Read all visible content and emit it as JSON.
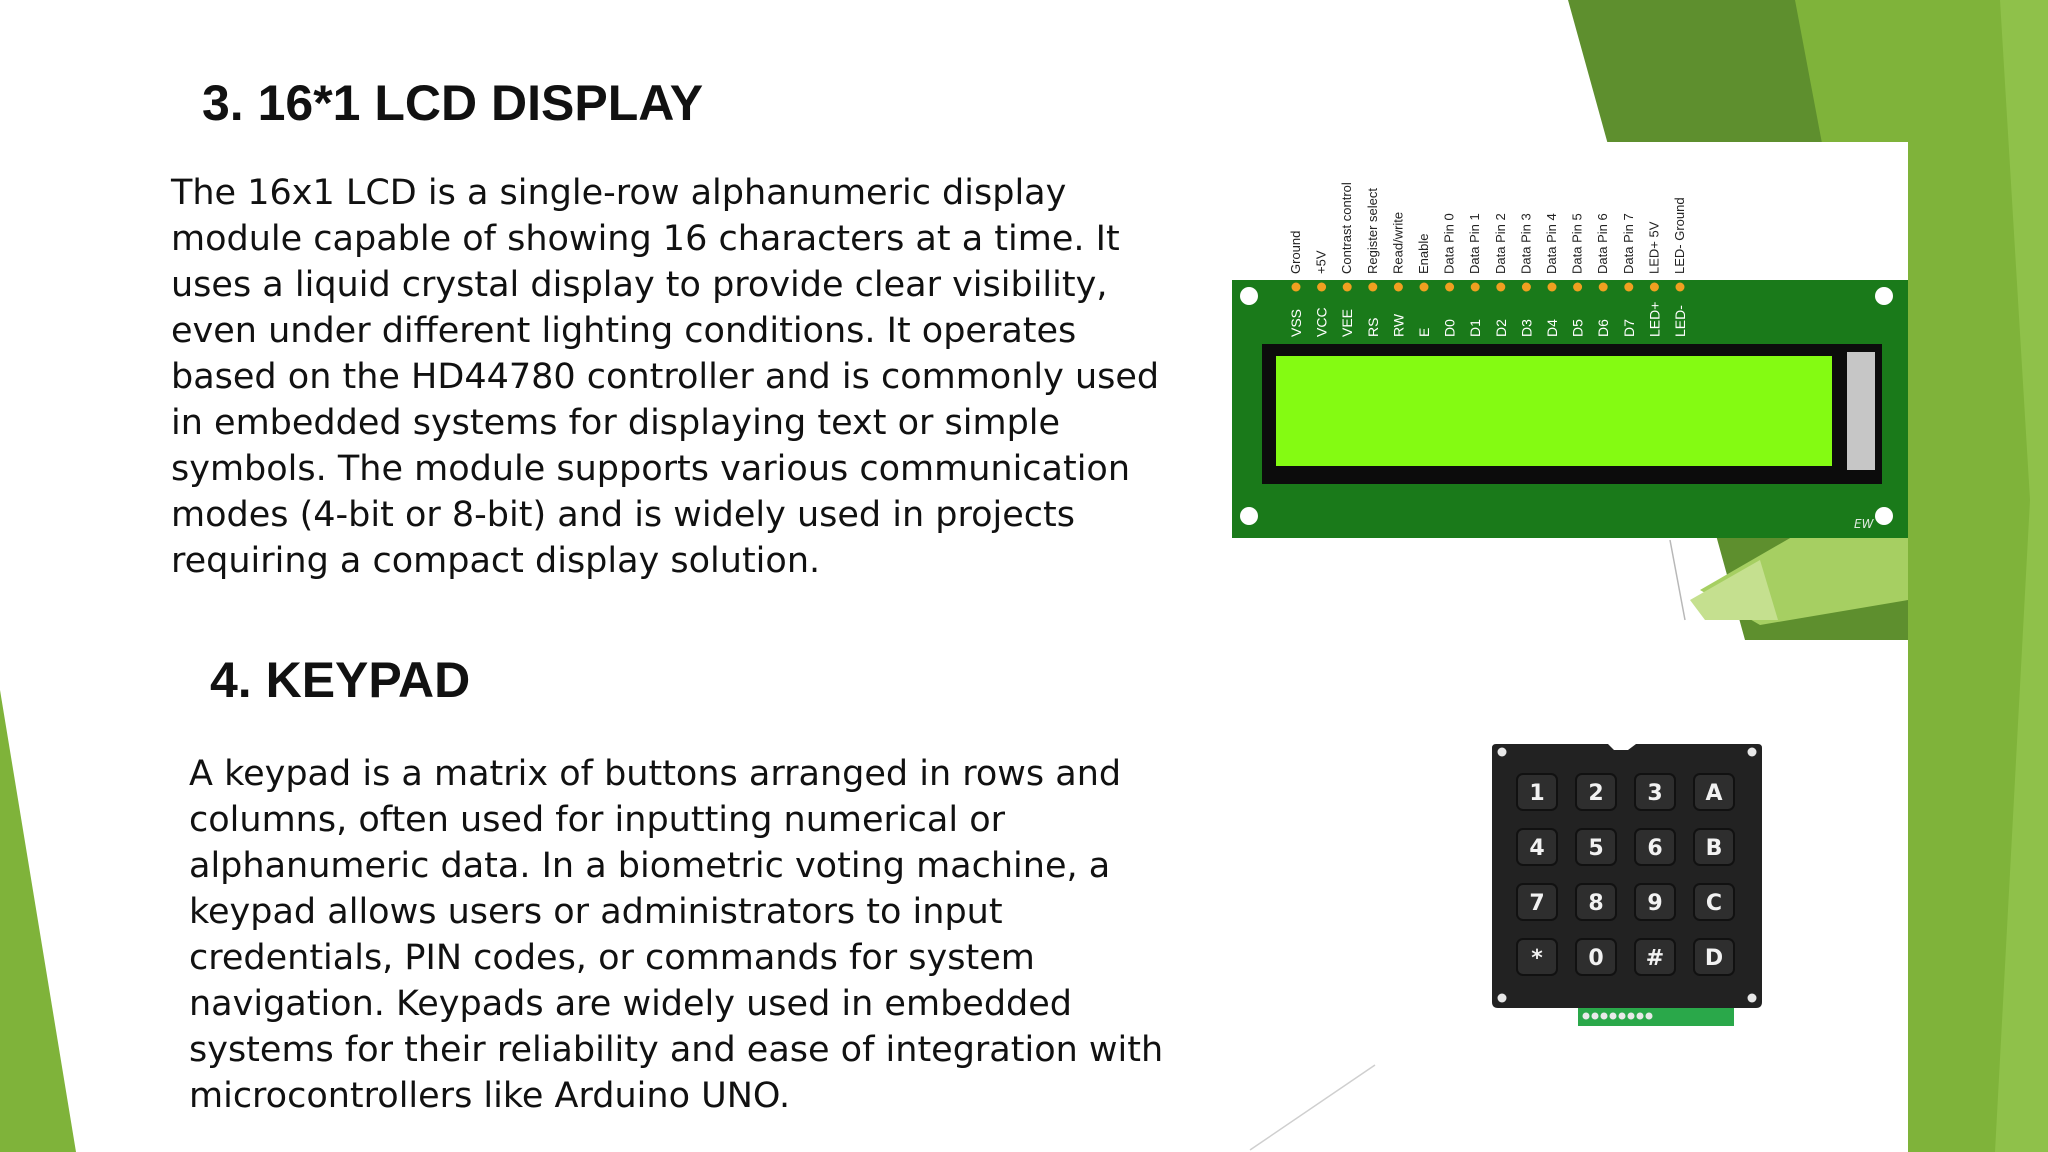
{
  "colors": {
    "accent_dark": "#5e8f2e",
    "accent_mid": "#7fb33a",
    "accent_light": "#a6cf62",
    "lcd_board": "#1a7a1a",
    "lcd_screen": "#84fb12",
    "pin_dot": "#f0a020",
    "keypad_body": "#222222",
    "keypad_key": "#2e2e2e"
  },
  "lcd_section": {
    "title": "3. 16*1 LCD DISPLAY",
    "paragraph_lines": [
      "The 16x1 LCD is a single-row alphanumeric display",
      "module capable of showing 16 characters at a time. It",
      "uses a liquid crystal display to provide clear visibility,",
      "even under different lighting conditions. It operates",
      "based on the HD44780 controller and is commonly used",
      "in embedded systems for displaying text or simple",
      "symbols. The module supports various communication",
      "modes (4-bit or 8-bit) and is widely used in projects",
      "requiring a compact display solution."
    ],
    "image": {
      "pins": [
        {
          "name": "VSS",
          "function": "Ground"
        },
        {
          "name": "VCC",
          "function": "+5V"
        },
        {
          "name": "VEE",
          "function": "Contrast control"
        },
        {
          "name": "RS",
          "function": "Register select"
        },
        {
          "name": "RW",
          "function": "Read/write"
        },
        {
          "name": "E",
          "function": "Enable"
        },
        {
          "name": "D0",
          "function": "Data Pin 0"
        },
        {
          "name": "D1",
          "function": "Data Pin 1"
        },
        {
          "name": "D2",
          "function": "Data Pin 2"
        },
        {
          "name": "D3",
          "function": "Data Pin 3"
        },
        {
          "name": "D4",
          "function": "Data Pin 4"
        },
        {
          "name": "D5",
          "function": "Data Pin 5"
        },
        {
          "name": "D6",
          "function": "Data Pin 6"
        },
        {
          "name": "D7",
          "function": "Data Pin 7"
        },
        {
          "name": "LED+",
          "function": "LED+ 5V"
        },
        {
          "name": "LED-",
          "function": "LED- Ground"
        }
      ],
      "watermark": "EW"
    }
  },
  "keypad_section": {
    "title": "4. KEYPAD",
    "paragraph_lines": [
      "A keypad is a matrix of buttons arranged in rows and",
      "columns, often used for inputting numerical or",
      "alphanumeric data. In a biometric voting machine, a",
      "keypad allows users or administrators to input",
      "credentials, PIN codes, or commands for system",
      "navigation. Keypads are widely used in embedded",
      "systems for their reliability and ease of integration with",
      "microcontrollers like Arduino UNO."
    ],
    "image": {
      "keys": [
        "1",
        "2",
        "3",
        "A",
        "4",
        "5",
        "6",
        "B",
        "7",
        "8",
        "9",
        "C",
        "*",
        "0",
        "#",
        "D"
      ]
    }
  }
}
